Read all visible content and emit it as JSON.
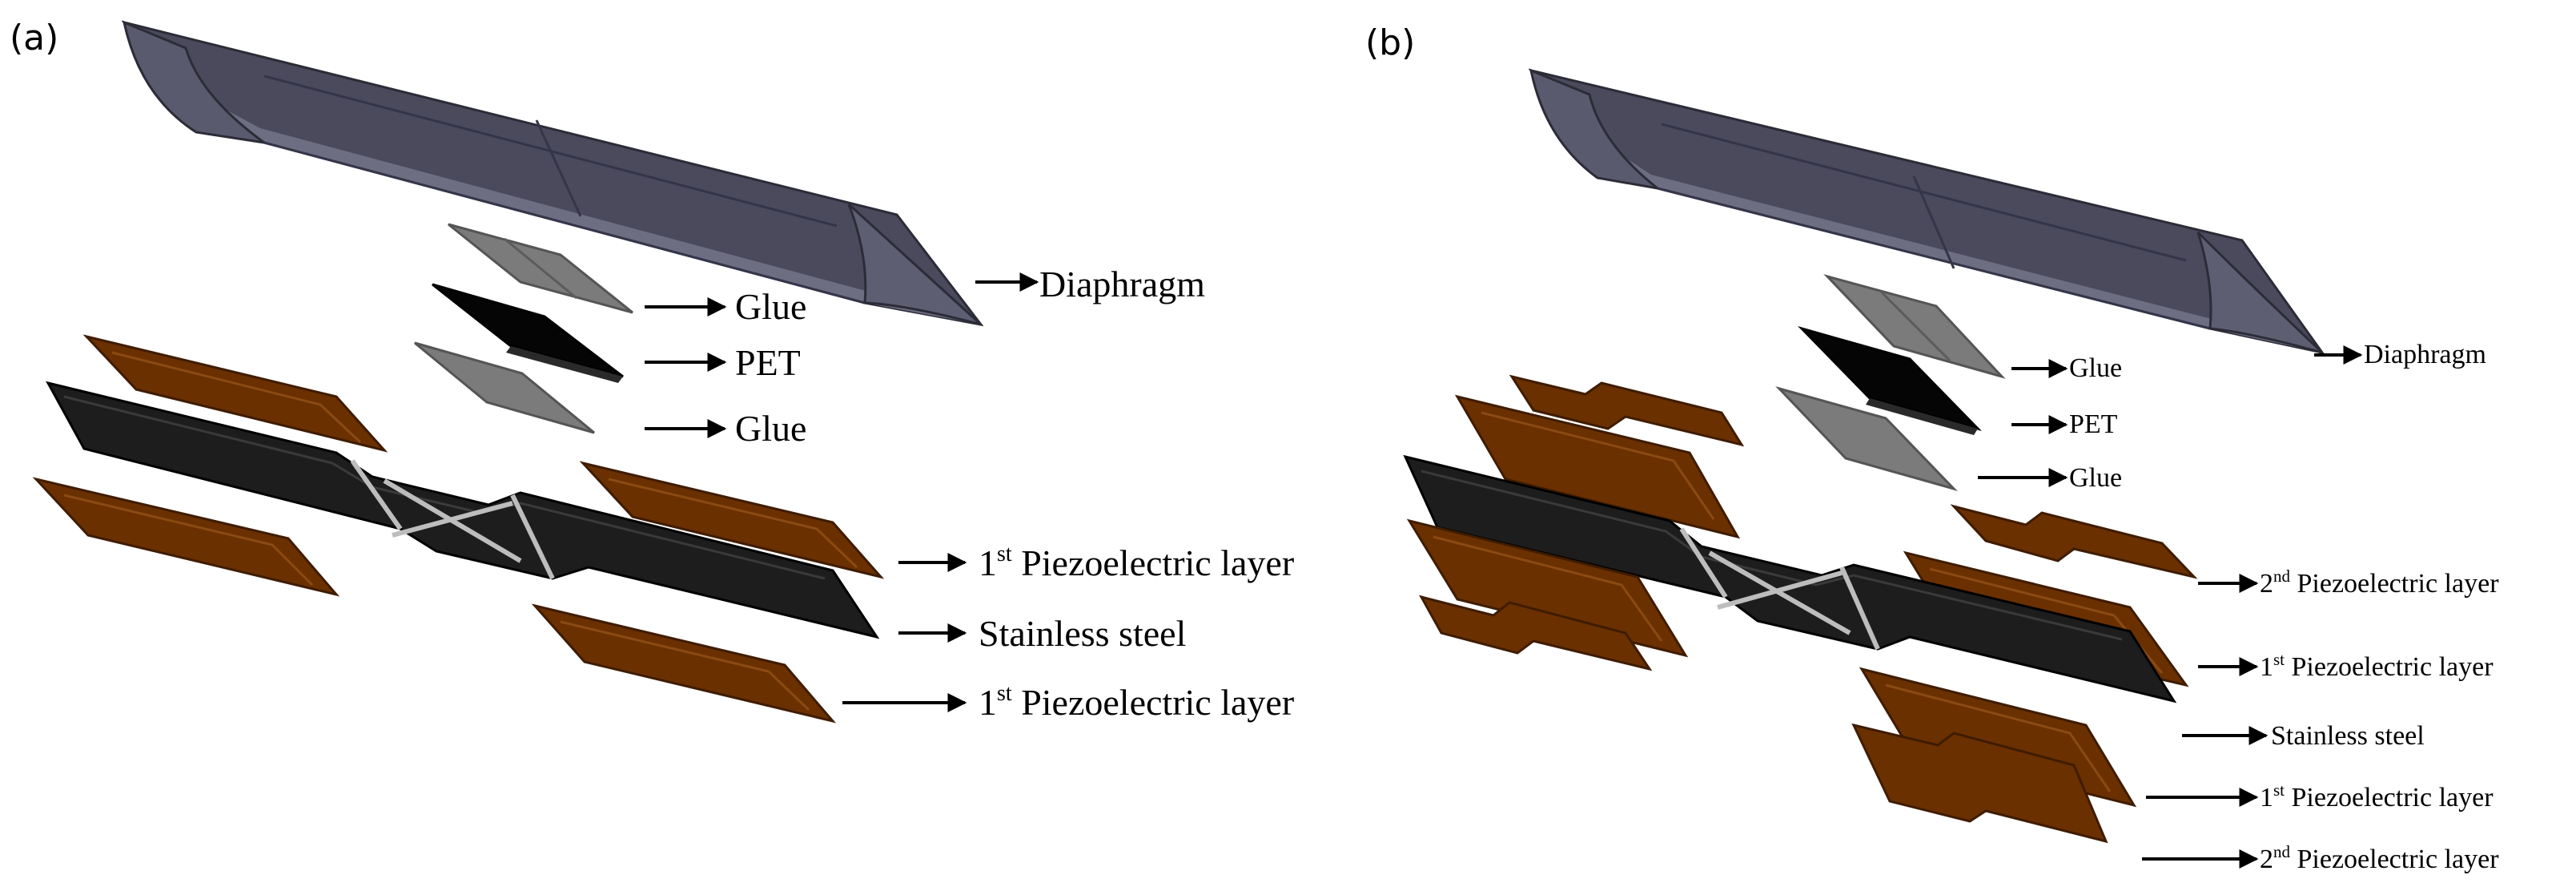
{
  "panels": {
    "a": {
      "label": "(a)",
      "layers": {
        "diaphragm": "Diaphragm",
        "glue_top": "Glue",
        "pet": "PET",
        "glue_bottom": "Glue",
        "piezo_upper": {
          "prefix": "1",
          "sup": "st",
          "text": " Piezoelectric layer"
        },
        "steel": "Stainless steel",
        "piezo_lower": {
          "prefix": "1",
          "sup": "st",
          "text": " Piezoelectric layer"
        }
      }
    },
    "b": {
      "label": "(b)",
      "layers": {
        "diaphragm": "Diaphragm",
        "glue_top": "Glue",
        "pet": "PET",
        "glue_bottom": "Glue",
        "piezo2_upper": {
          "prefix": "2",
          "sup": "nd",
          "text": " Piezoelectric layer"
        },
        "piezo1_upper": {
          "prefix": "1",
          "sup": "st",
          "text": " Piezoelectric layer"
        },
        "steel": "Stainless steel",
        "piezo1_lower": {
          "prefix": "1",
          "sup": "st",
          "text": " Piezoelectric layer"
        },
        "piezo2_lower": {
          "prefix": "2",
          "sup": "nd",
          "text": " Piezoelectric layer"
        }
      }
    }
  },
  "colors": {
    "diaphragm": "#4a4a5c",
    "diaphragm_light": "#6e6e82",
    "glue": "#7b7b7b",
    "pet": "#050505",
    "copper": "#6b3000",
    "copper_light": "#8a4a12",
    "steel": "#1d1d1d",
    "steel_light": "#3a3a3a"
  }
}
